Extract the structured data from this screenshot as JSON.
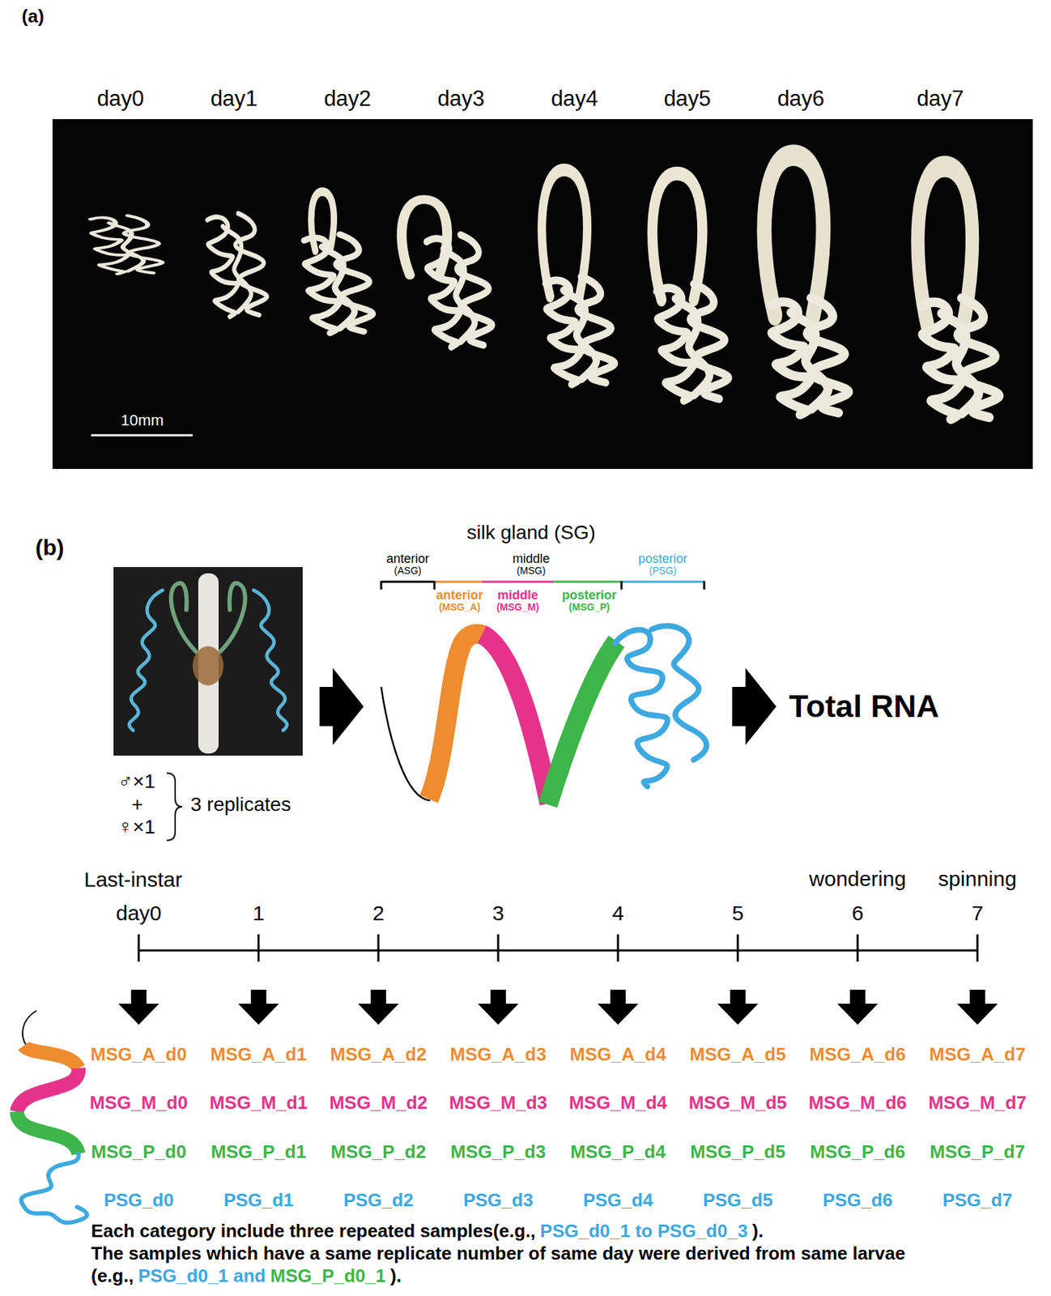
{
  "diagram": {
    "nodes": [
      {
        "text": [
          "♂×1",
          "+",
          "♀×1",
          "3 replicates"
        ]
      },
      {
        "text": [
          "silk gland (SG)"
        ]
      },
      {
        "text": [
          "Total RNA"
        ]
      }
    ],
    "edges": [
      {
        "from": 0,
        "to": 1,
        "arrow": "to"
      },
      {
        "from": 1,
        "to": 2,
        "arrow": "to"
      }
    ],
    "labels": [
      "(a)",
      "day0",
      "day1",
      "day2",
      "day3",
      "day4",
      "day5",
      "day6",
      "day7",
      "10mm",
      "(b)",
      "anterior",
      "(ASG)",
      "middle",
      "(MSG)",
      "posterior",
      "(PSG)",
      "anterior",
      "(MSG_A)",
      "middle",
      "(MSG_M)",
      "posterior",
      "(MSG_P)",
      "Last-instar",
      "wondering",
      "spinning",
      "day0",
      "1",
      "2",
      "3",
      "4",
      "5",
      "6",
      "7",
      "MSG_A_d0",
      "MSG_A_d1",
      "MSG_A_d2",
      "MSG_A_d3",
      "MSG_A_d4",
      "MSG_A_d5",
      "MSG_A_d6",
      "MSG_A_d7",
      "MSG_M_d0",
      "MSG_M_d1",
      "MSG_M_d2",
      "MSG_M_d3",
      "MSG_M_d4",
      "MSG_M_d5",
      "MSG_M_d6",
      "MSG_M_d7",
      "MSG_P_d0",
      "MSG_P_d1",
      "MSG_P_d2",
      "MSG_P_d3",
      "MSG_P_d4",
      "MSG_P_d5",
      "MSG_P_d6",
      "MSG_P_d7",
      "PSG_d0",
      "PSG_d1",
      "PSG_d2",
      "PSG_d3",
      "PSG_d4",
      "PSG_d5",
      "PSG_d6",
      "PSG_d7",
      "Each category include three repeated samples(e.g.,",
      "PSG_d0_1 to PSG_d0_3",
      ").",
      "The samples which have a same replicate number of same day were derived from same larvae",
      "(e.g.,",
      "PSG_d0_1 and",
      "MSG_P_d0_1",
      ")."
    ]
  }
}
